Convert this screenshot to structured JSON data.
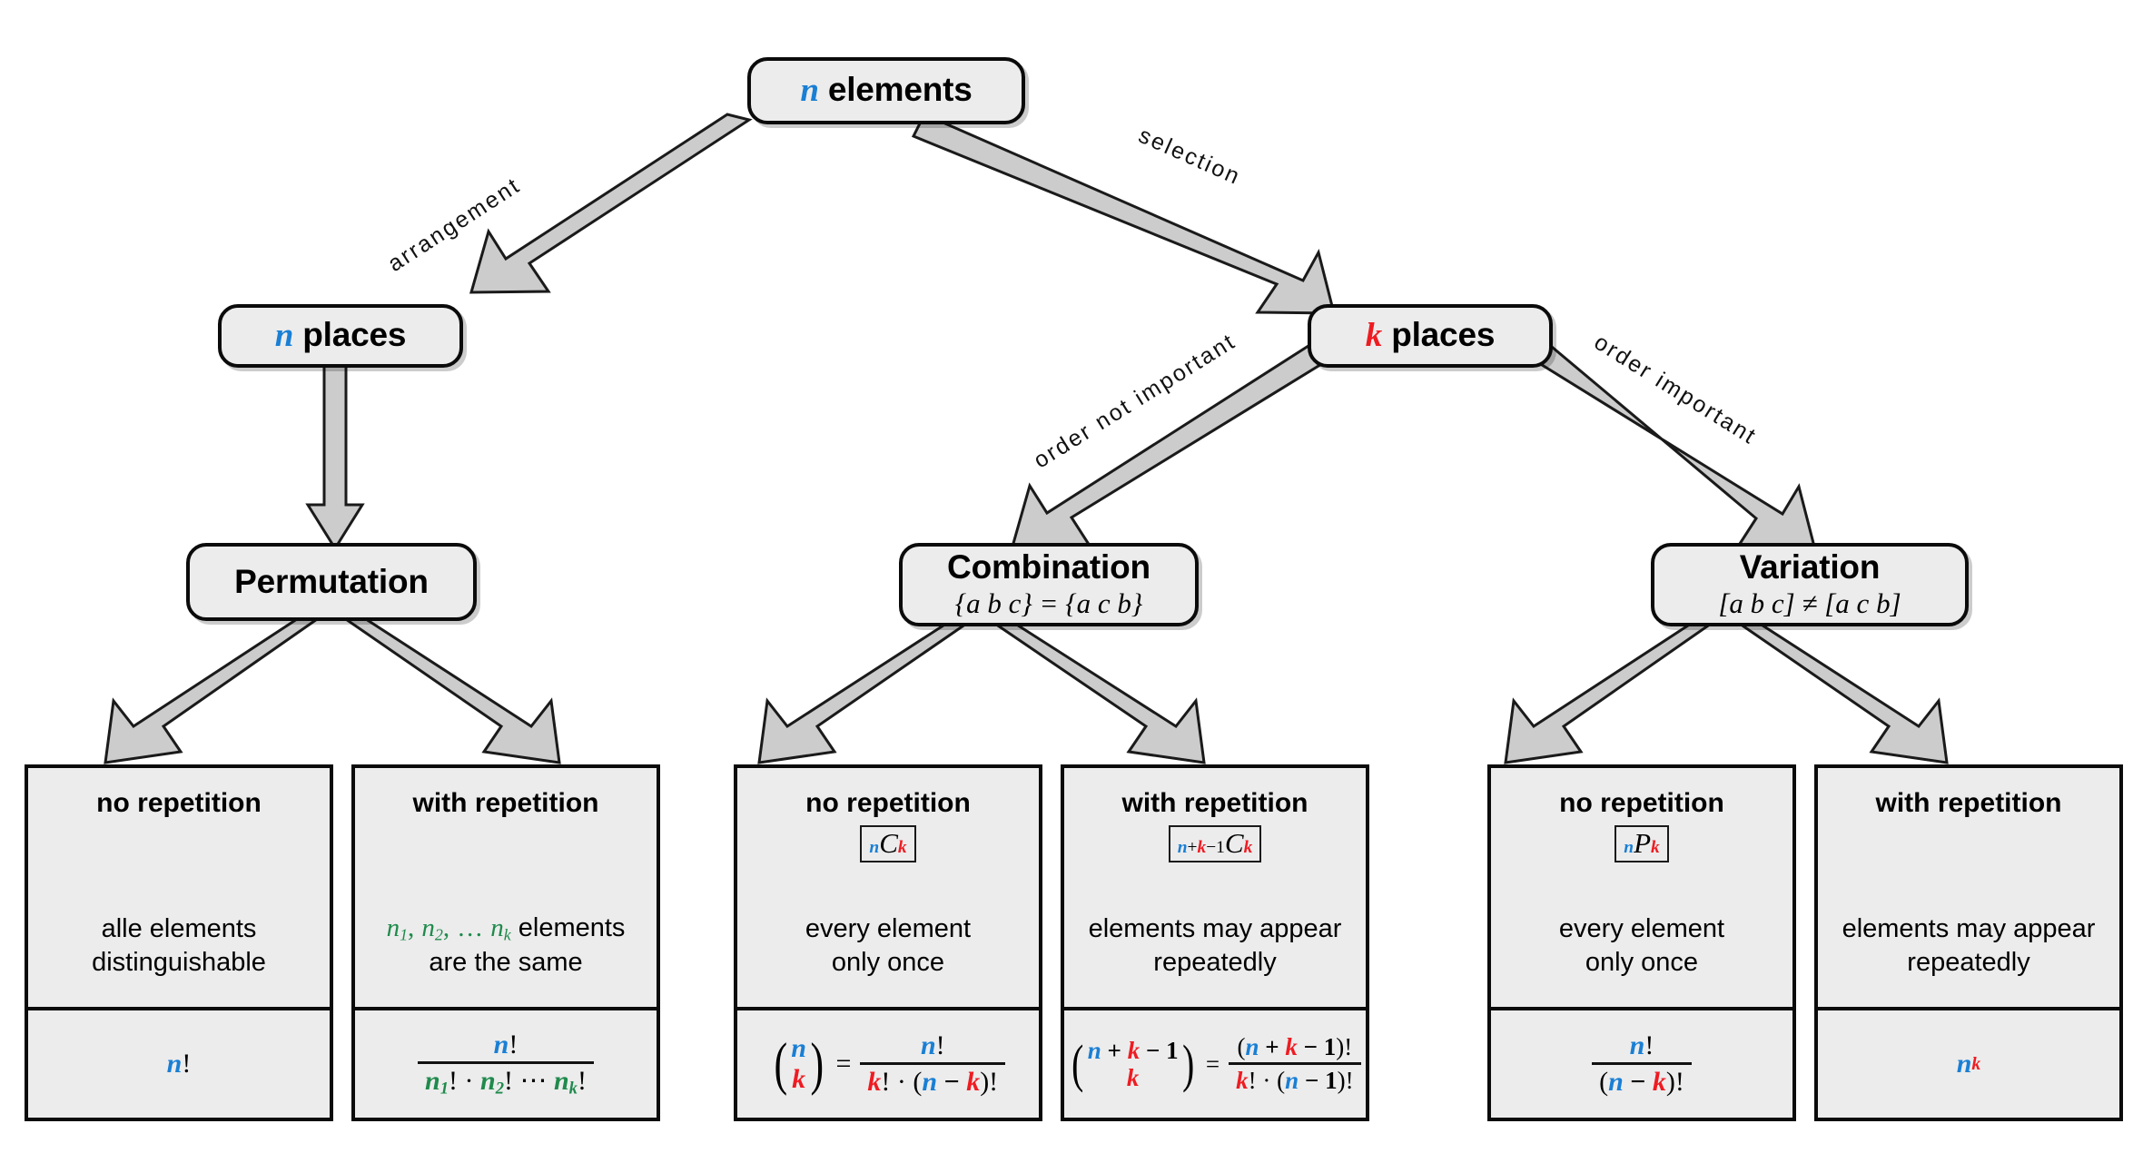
{
  "diagram": {
    "title": "Combinatorics overview",
    "colors": {
      "n_color": "#1a7fd4",
      "k_color": "#ee1c22",
      "repeat_color": "#1f8a4c",
      "box_fill": "#ececec",
      "box_border": "#0b0b0b",
      "arrow_fill": "#cccccc",
      "arrow_stroke": "#1a1a1a"
    }
  },
  "nodes": {
    "root": {
      "var": "n",
      "label": "elements"
    },
    "n_places": {
      "var": "n",
      "label": "places"
    },
    "k_places": {
      "var": "k",
      "label": "places"
    },
    "permutation": {
      "title": "Permutation",
      "sub": ""
    },
    "combination": {
      "title": "Combination",
      "sub": "{a b c} = {a c b}"
    },
    "variation": {
      "title": "Variation",
      "sub": "[a b c] ≠ [a c b]"
    }
  },
  "edges": {
    "arrangement": "arrangement",
    "selection": "selection",
    "order_not_important": "order not important",
    "order_important": "order important"
  },
  "leaves": [
    {
      "id": "permutation-no-repetition",
      "head": "no repetition",
      "notation": "",
      "desc_line1": "alle elements",
      "desc_line2": "distinguishable",
      "formula_text": "n!"
    },
    {
      "id": "permutation-with-repetition",
      "head": "with repetition",
      "notation": "",
      "desc_line1": "n₁, n₂, … nₖ elements",
      "desc_line2": "are the same",
      "formula_text": "n! / (n₁! · n₂! ⋯ nₖ!)"
    },
    {
      "id": "combination-no-repetition",
      "head": "no repetition",
      "notation": "nCk",
      "desc_line1": "every element",
      "desc_line2": "only once",
      "formula_text": "(n over k) = n! / (k! · (n − k)!)"
    },
    {
      "id": "combination-with-repetition",
      "head": "with repetition",
      "notation": "n+k−1Ck",
      "desc_line1": "elements may appear",
      "desc_line2": "repeatedly",
      "formula_text": "(n + k − 1 over k) = (n + k − 1)! / (k! · (n − 1)!)"
    },
    {
      "id": "variation-no-repetition",
      "head": "no repetition",
      "notation": "nPk",
      "desc_line1": "every element",
      "desc_line2": "only once",
      "formula_text": "n! / (n − k)!"
    },
    {
      "id": "variation-with-repetition",
      "head": "with repetition",
      "notation": "",
      "desc_line1": "elements may appear",
      "desc_line2": "repeatedly",
      "formula_text": "nᵏ"
    }
  ],
  "symbols": {
    "n": "n",
    "k": "k",
    "factorial": "!",
    "plus": "+",
    "minus": "−",
    "one": "1",
    "dot": "·",
    "equals": "=",
    "cdots": "⋯",
    "ellipsis": "…",
    "comma": ",",
    "lparen": "(",
    "rparen": ")",
    "C": "C",
    "P": "P",
    "sub1": "1",
    "sub2": "2"
  }
}
